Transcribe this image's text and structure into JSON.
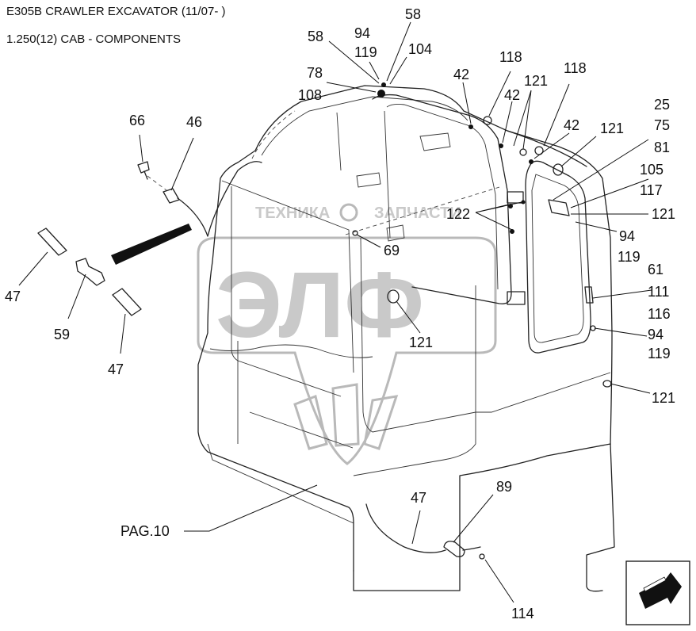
{
  "header": {
    "title": "E305B CRAWLER EXCAVATOR (11/07- )",
    "subtitle": "1.250(12) CAB - COMPONENTS"
  },
  "watermark": {
    "top_text_left": "ТЕХНИКА",
    "top_text_right": "ЗАПЧАСТИ",
    "big_text": "ЭЛФ"
  },
  "page_reference": "PAG.10",
  "callouts": [
    {
      "id": "c58a",
      "text": "58"
    },
    {
      "id": "c58b",
      "text": "58"
    },
    {
      "id": "c94a",
      "text": "94"
    },
    {
      "id": "c119a",
      "text": "119"
    },
    {
      "id": "c104",
      "text": "104"
    },
    {
      "id": "c78",
      "text": "78"
    },
    {
      "id": "c108",
      "text": "108"
    },
    {
      "id": "c42a",
      "text": "42"
    },
    {
      "id": "c118a",
      "text": "118"
    },
    {
      "id": "c121a",
      "text": "121"
    },
    {
      "id": "c42b",
      "text": "42"
    },
    {
      "id": "c118b",
      "text": "118"
    },
    {
      "id": "c25",
      "text": "25"
    },
    {
      "id": "c75",
      "text": "75"
    },
    {
      "id": "c42c",
      "text": "42"
    },
    {
      "id": "c121b",
      "text": "121"
    },
    {
      "id": "c81",
      "text": "81"
    },
    {
      "id": "c105",
      "text": "105"
    },
    {
      "id": "c117",
      "text": "117"
    },
    {
      "id": "c121c",
      "text": "121"
    },
    {
      "id": "c94b",
      "text": "94"
    },
    {
      "id": "c119b",
      "text": "119"
    },
    {
      "id": "c61",
      "text": "61"
    },
    {
      "id": "c111",
      "text": "111"
    },
    {
      "id": "c116",
      "text": "116"
    },
    {
      "id": "c94c",
      "text": "94"
    },
    {
      "id": "c119c",
      "text": "119"
    },
    {
      "id": "c121d",
      "text": "121"
    },
    {
      "id": "c66",
      "text": "66"
    },
    {
      "id": "c46",
      "text": "46"
    },
    {
      "id": "c122",
      "text": "122"
    },
    {
      "id": "c69",
      "text": "69"
    },
    {
      "id": "c121e",
      "text": "121"
    },
    {
      "id": "c47a",
      "text": "47"
    },
    {
      "id": "c59",
      "text": "59"
    },
    {
      "id": "c47b",
      "text": "47"
    },
    {
      "id": "c47c",
      "text": "47"
    },
    {
      "id": "c89",
      "text": "89"
    },
    {
      "id": "c114",
      "text": "114"
    }
  ],
  "nav_icon": "next-page-arrow-icon"
}
